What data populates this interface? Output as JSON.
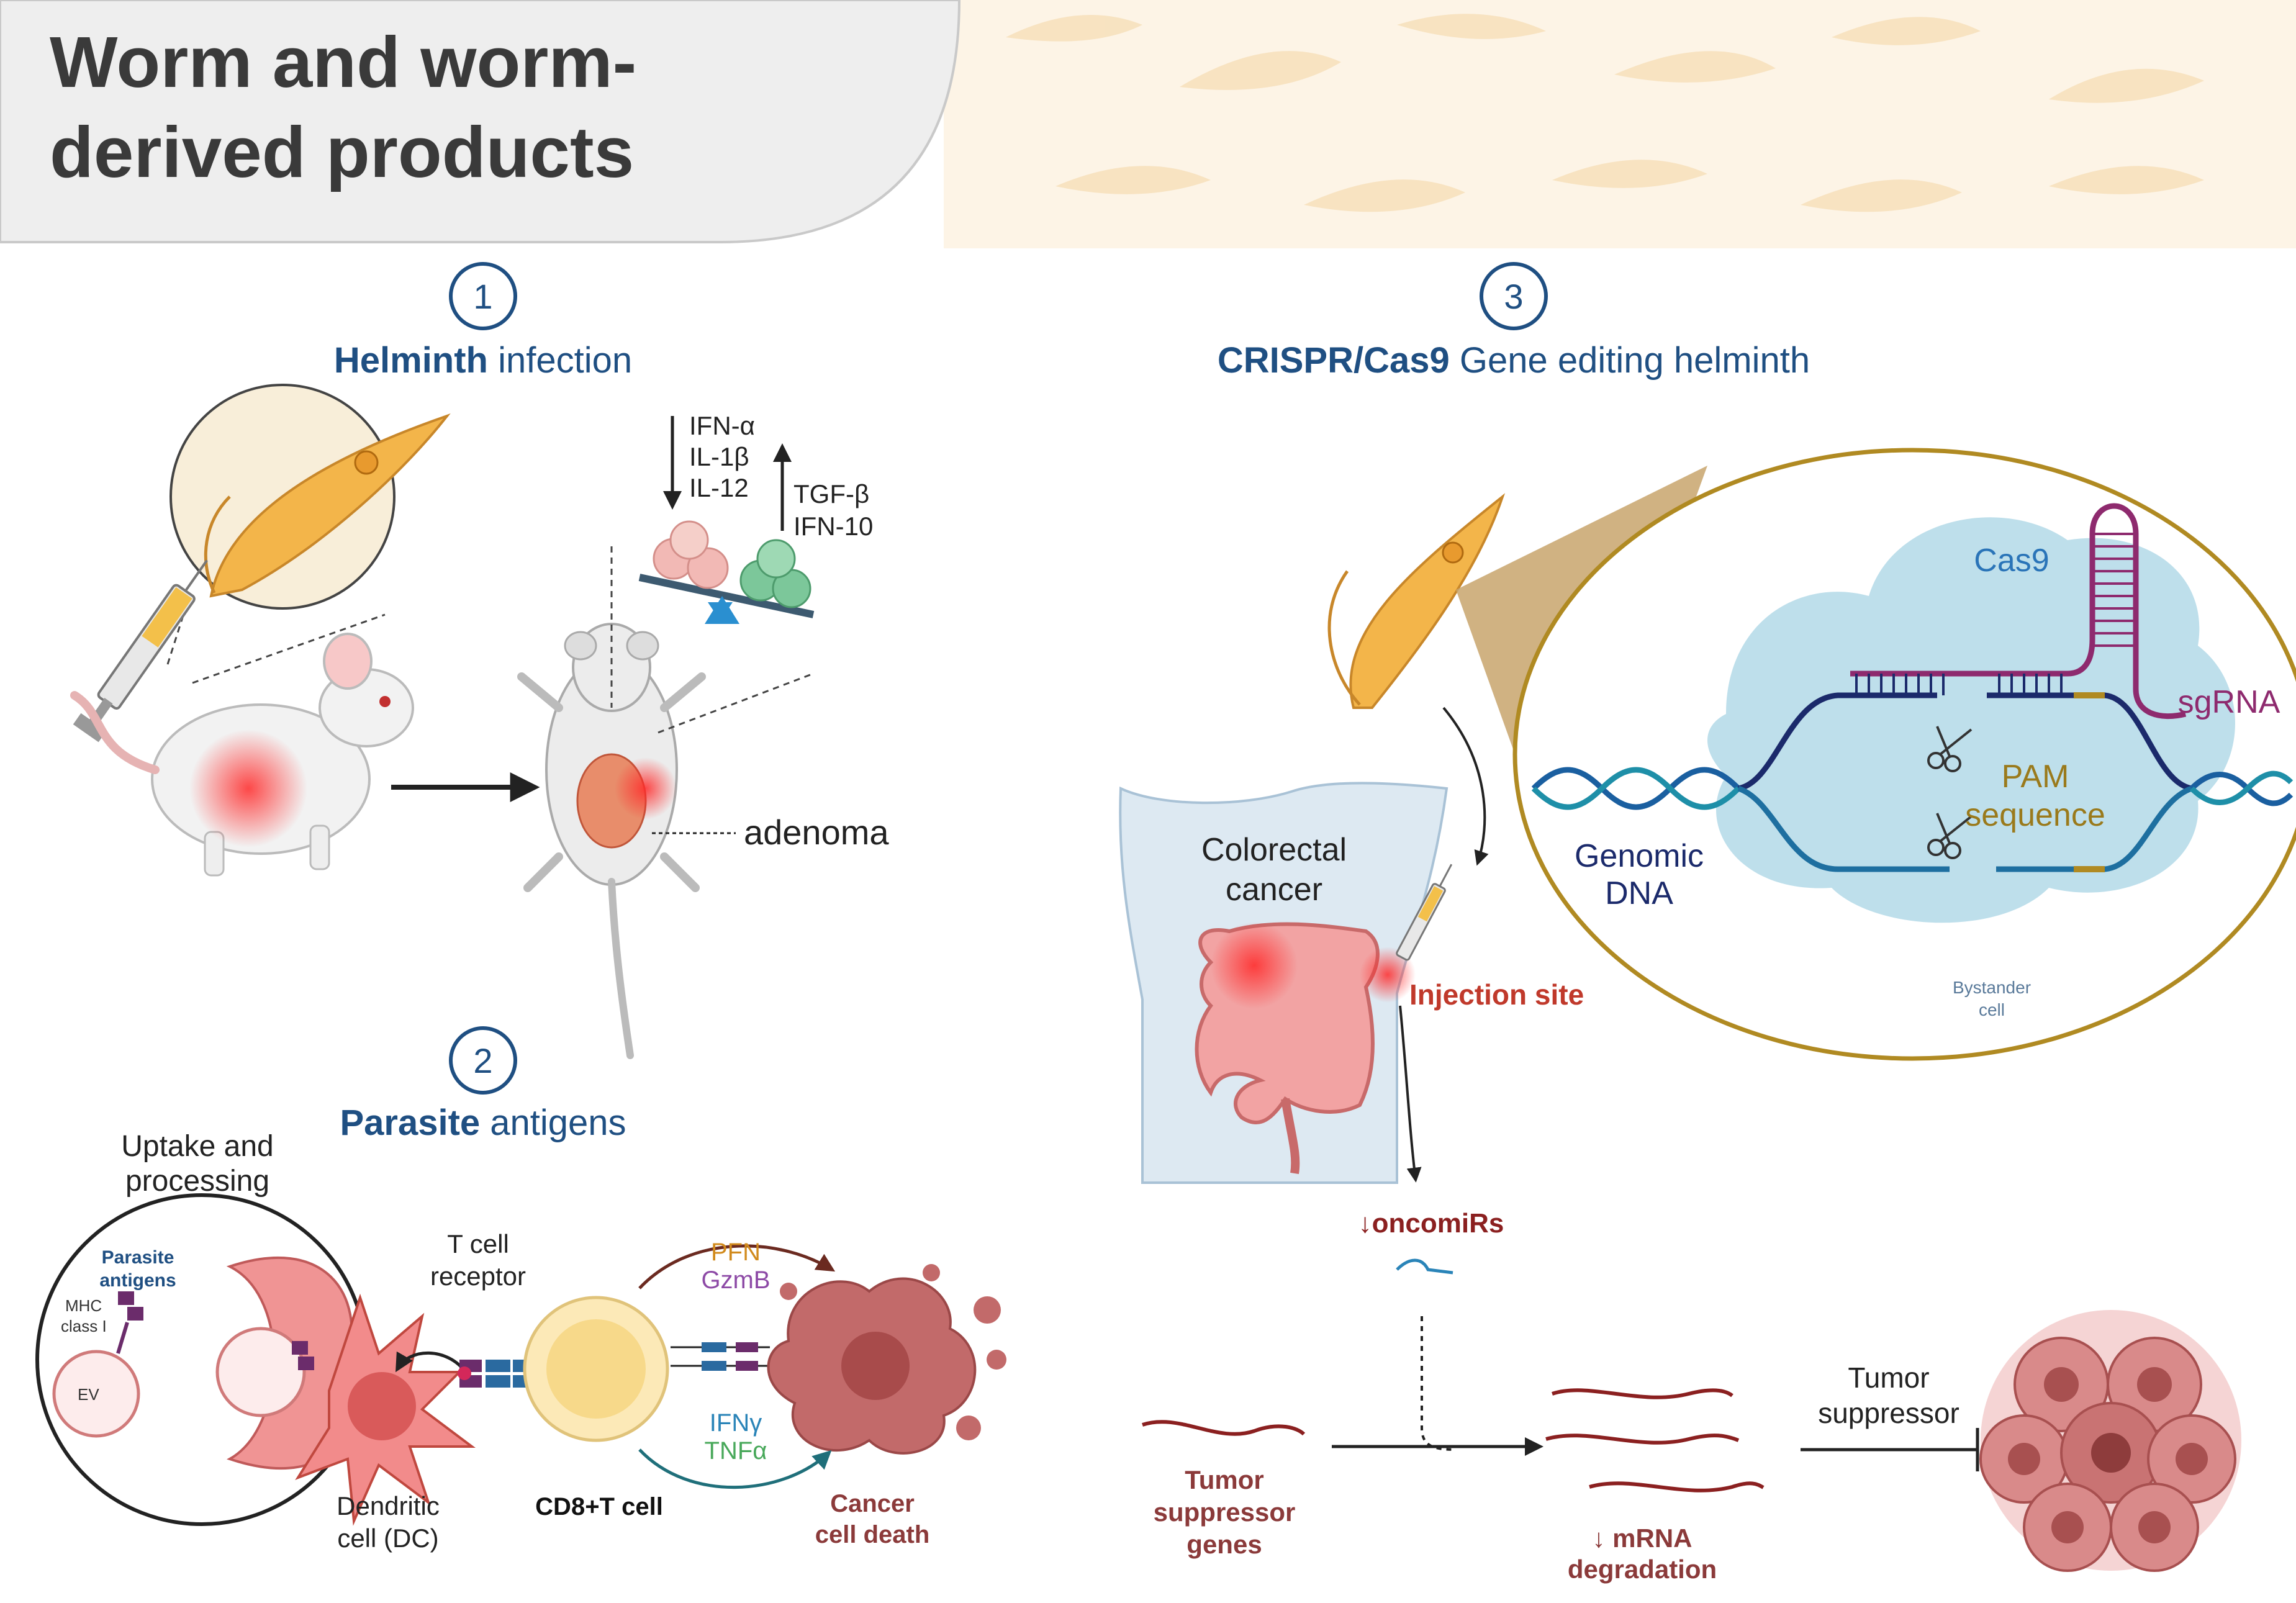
{
  "title": {
    "line1": "Worm and worm-",
    "line2": "derived products"
  },
  "sections": {
    "s1": {
      "number": "1",
      "bold": "Helminth",
      "rest": " infection"
    },
    "s2": {
      "number": "2",
      "bold": "Parasite",
      "rest": " antigens"
    },
    "s3": {
      "number": "3",
      "bold": "CRISPR/Cas9",
      "rest": " Gene editing  helminth"
    }
  },
  "panel1": {
    "down_cytokines": [
      "IFN-α",
      "IL-1β",
      "IL-12"
    ],
    "up_cytokines": [
      "TGF-β",
      "IFN-10"
    ],
    "adenoma": "adenoma"
  },
  "panel2": {
    "uptake_line1": "Uptake and",
    "uptake_line2": "processing",
    "parasite_antigens_line1": "Parasite",
    "parasite_antigens_line2": "antigens",
    "mhc_line1": "MHC",
    "mhc_line2": "class I",
    "ev": "EV",
    "tcr_line1": "T cell",
    "tcr_line2": "receptor",
    "dc_line1": "Dendritic",
    "dc_line2": "cell (DC)",
    "cd8": "CD8+T cell",
    "pfn": "PFN",
    "gzmb": "GzmB",
    "ifng": "IFNγ",
    "tnfa": "TNFα",
    "death_line1": "Cancer",
    "death_line2": "cell death"
  },
  "panel3": {
    "colorectal_line1": "Colorectal",
    "colorectal_line2": "cancer",
    "injection": "Injection site",
    "cas9": "Cas9",
    "sgrna": "sgRNA",
    "pam_line1": "PAM",
    "pam_line2": "sequence",
    "genomic_line1": "Genomic",
    "genomic_line2": "DNA",
    "bystander_line1": "Bystander",
    "bystander_line2": "cell",
    "oncomirs": "↓oncomiRs",
    "tsg_line1": "Tumor",
    "tsg_line2": "suppressor",
    "tsg_line3": "genes",
    "mrna_line1": "↓ mRNA",
    "mrna_line2": "degradation",
    "tumor_supp_line1": "Tumor",
    "tumor_supp_line2": "suppressor"
  },
  "colors": {
    "title_bg": "#eeeeee",
    "section_blue": "#1f4f82",
    "worm": "#f3b54a",
    "cas9_blob": "#b7dbe9",
    "dark_red": "#8b3a3a",
    "injection_red": "#c0392b",
    "sgrna_purple": "#8e2a6e",
    "pam_gold": "#b08a22"
  }
}
